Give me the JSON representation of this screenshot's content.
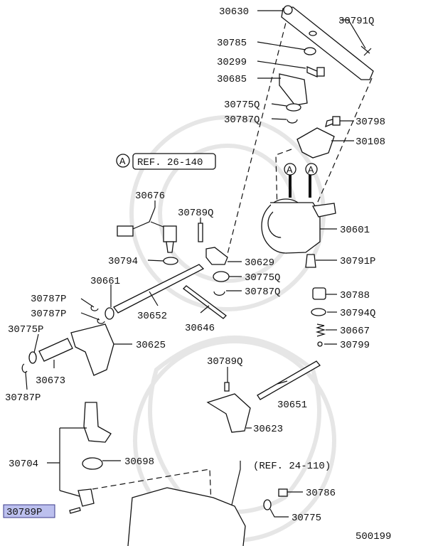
{
  "labels": {
    "p30630": "30630",
    "p30791Q": "30791Q",
    "p30785": "30785",
    "p30299": "30299",
    "p30685": "30685",
    "p30775Q_top": "30775Q",
    "p30787Q_top": "30787Q",
    "p30798": "30798",
    "p30108": "30108",
    "p30676": "30676",
    "p30789Q_mid": "30789Q",
    "p30601": "30601",
    "p30794": "30794",
    "p30629": "30629",
    "p30791P": "30791P",
    "p30775Q_mid": "30775Q",
    "p30661": "30661",
    "p30787Q_mid": "30787Q",
    "p30788": "30788",
    "p30787P_a": "30787P",
    "p30787P_b": "30787P",
    "p30794Q": "30794Q",
    "p30652": "30652",
    "p30646": "30646",
    "p30667": "30667",
    "p30775P": "30775P",
    "p30625": "30625",
    "p30799": "30799",
    "p30673": "30673",
    "p30789Q_low": "30789Q",
    "p30787P_c": "30787P",
    "p30651": "30651",
    "p30623": "30623",
    "p30704": "30704",
    "p30698": "30698",
    "p30786": "30786",
    "p30789P": "30789P",
    "p30775": "30775"
  },
  "references": {
    "ref_a_letter": "A",
    "ref_a_text": "REF. 26-140",
    "ref_24": "(REF. 24-110)",
    "arrow_a1": "A",
    "arrow_a2": "A"
  },
  "diagram_number": "500199",
  "colors": {
    "highlight": "#bcc0ee",
    "ink": "#111111"
  }
}
